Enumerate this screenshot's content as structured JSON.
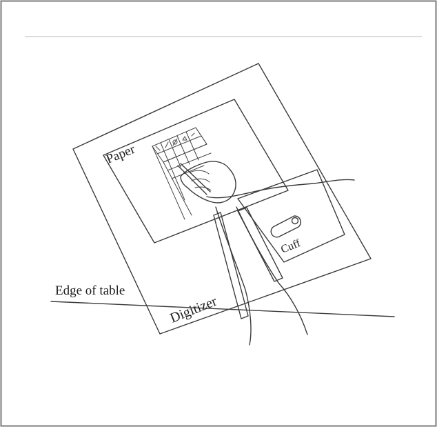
{
  "figure": {
    "labels": {
      "paper": "Paper",
      "cuff": "Cuff",
      "digitizer": "Digitizer",
      "edge_of_table": "Edge of table"
    }
  },
  "colors": {
    "ink": "#3a3a3a",
    "frame": "#7a7a7a",
    "background": "#ffffff"
  }
}
